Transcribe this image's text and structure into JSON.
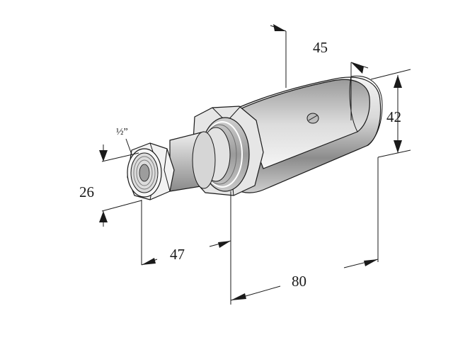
{
  "drawing": {
    "dimensions": {
      "d45": "45",
      "d42": "42",
      "d26": "26",
      "d47": "47",
      "d80": "80",
      "thread": "½”"
    },
    "colors": {
      "line": "#1a1a1a",
      "shade_dark": "#7d7d7d",
      "shade_mid": "#bdbdbd",
      "shade_light": "#ececec"
    }
  }
}
